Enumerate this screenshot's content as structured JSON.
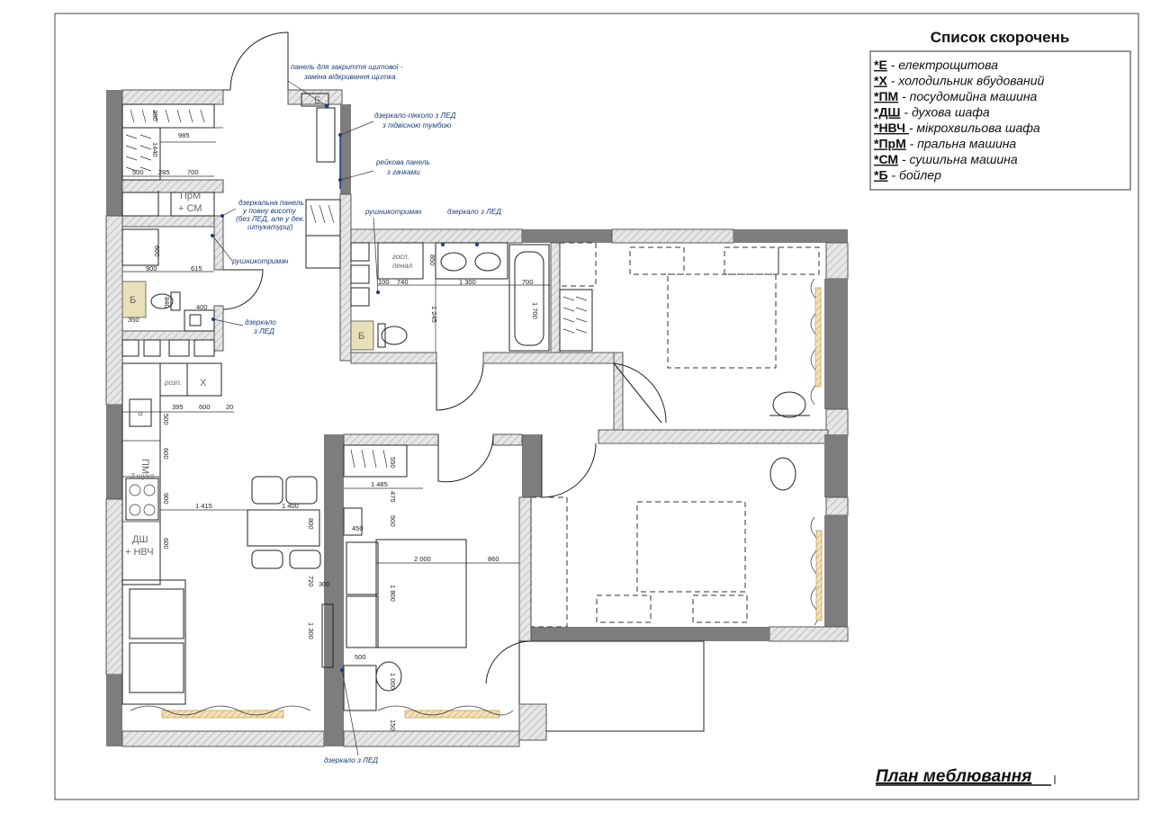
{
  "legend": {
    "title": "Список скорочень",
    "items": [
      {
        "key": "*Е",
        "text": " - електрощитова"
      },
      {
        "key": "*Х",
        "text": " - холодильник вбудований"
      },
      {
        "key": "*ПМ",
        "text": " - посудомийна машина"
      },
      {
        "key": "*ДШ",
        "text": " - духова шафа"
      },
      {
        "key": "*НВЧ ",
        "text": "- мікрохвильова шафа"
      },
      {
        "key": "*ПрМ",
        "text": " - пральна машина"
      },
      {
        "key": "*СМ",
        "text": " - сушильна машина"
      },
      {
        "key": "*Б",
        "text": " - бойлер"
      }
    ]
  },
  "plan_title": "План меблювання",
  "notes": {
    "panel_1": "панель для закриття щитової -",
    "panel_2": "заміна відкривання щитка",
    "mirror_hall_1": "дзеркало-пікколо з ЛЕД",
    "mirror_hall_2": "з підвісною тумбою",
    "rail_1": "рейкова панель",
    "rail_2": "з гачками",
    "mirror_panel_1": "дзеркальна панель",
    "mirror_panel_2": "у повну висоту",
    "mirror_panel_3": "(без ЛЕД, але у  дек.",
    "mirror_panel_4": "штукатурці)",
    "towel_1": "рушникотримач",
    "towel_2": "рушникотримач",
    "mirror_bath": "дзеркало з ЛЕД",
    "mirror_wc_1": "дзеркало",
    "mirror_wc_2": "з ЛЕД",
    "mirror_bed": "дзеркало з ЛЕД"
  },
  "labels": {
    "E": "Е",
    "prm_sm_1": "ПрМ",
    "prm_sm_2": "+ СМ",
    "b1": "Б",
    "b2": "Б",
    "rozp": "розп.",
    "x": "Х",
    "pm": "ПМ",
    "hob": "3 шухл.",
    "dsh_1": "ДШ",
    "dsh_2": "+ НВЧ",
    "gosp_1": "госп.",
    "gosp_2": "пенал"
  },
  "dims": {
    "d380": "380",
    "d985": "985",
    "d1440": "1440",
    "d500a": "500",
    "d285": "285",
    "d700a": "700",
    "d600a": "600",
    "d900a": "900",
    "d615": "615",
    "d840": "840",
    "d400": "400",
    "d350": "350",
    "d395": "395",
    "d600b": "600",
    "d20": "20",
    "d500b": "500",
    "d600c": "600",
    "d900b": "900",
    "d600d": "600",
    "d1415": "1 415",
    "d1400": "1 400",
    "d800": "800",
    "d850": "850",
    "d100": "100",
    "d740": "740",
    "d1300a": "1 300",
    "d700b": "700",
    "d1245": "1 245",
    "d1700": "1 700",
    "d550": "550",
    "d1485": "1 485",
    "d475": "475",
    "d500c": "500",
    "d450": "450",
    "d2000": "2 000",
    "d860": "860",
    "d720": "720",
    "d300": "300",
    "d1800": "1 800",
    "d1300b": "1 300",
    "d500d": "500",
    "d1000": "1 000",
    "d150": "150"
  }
}
